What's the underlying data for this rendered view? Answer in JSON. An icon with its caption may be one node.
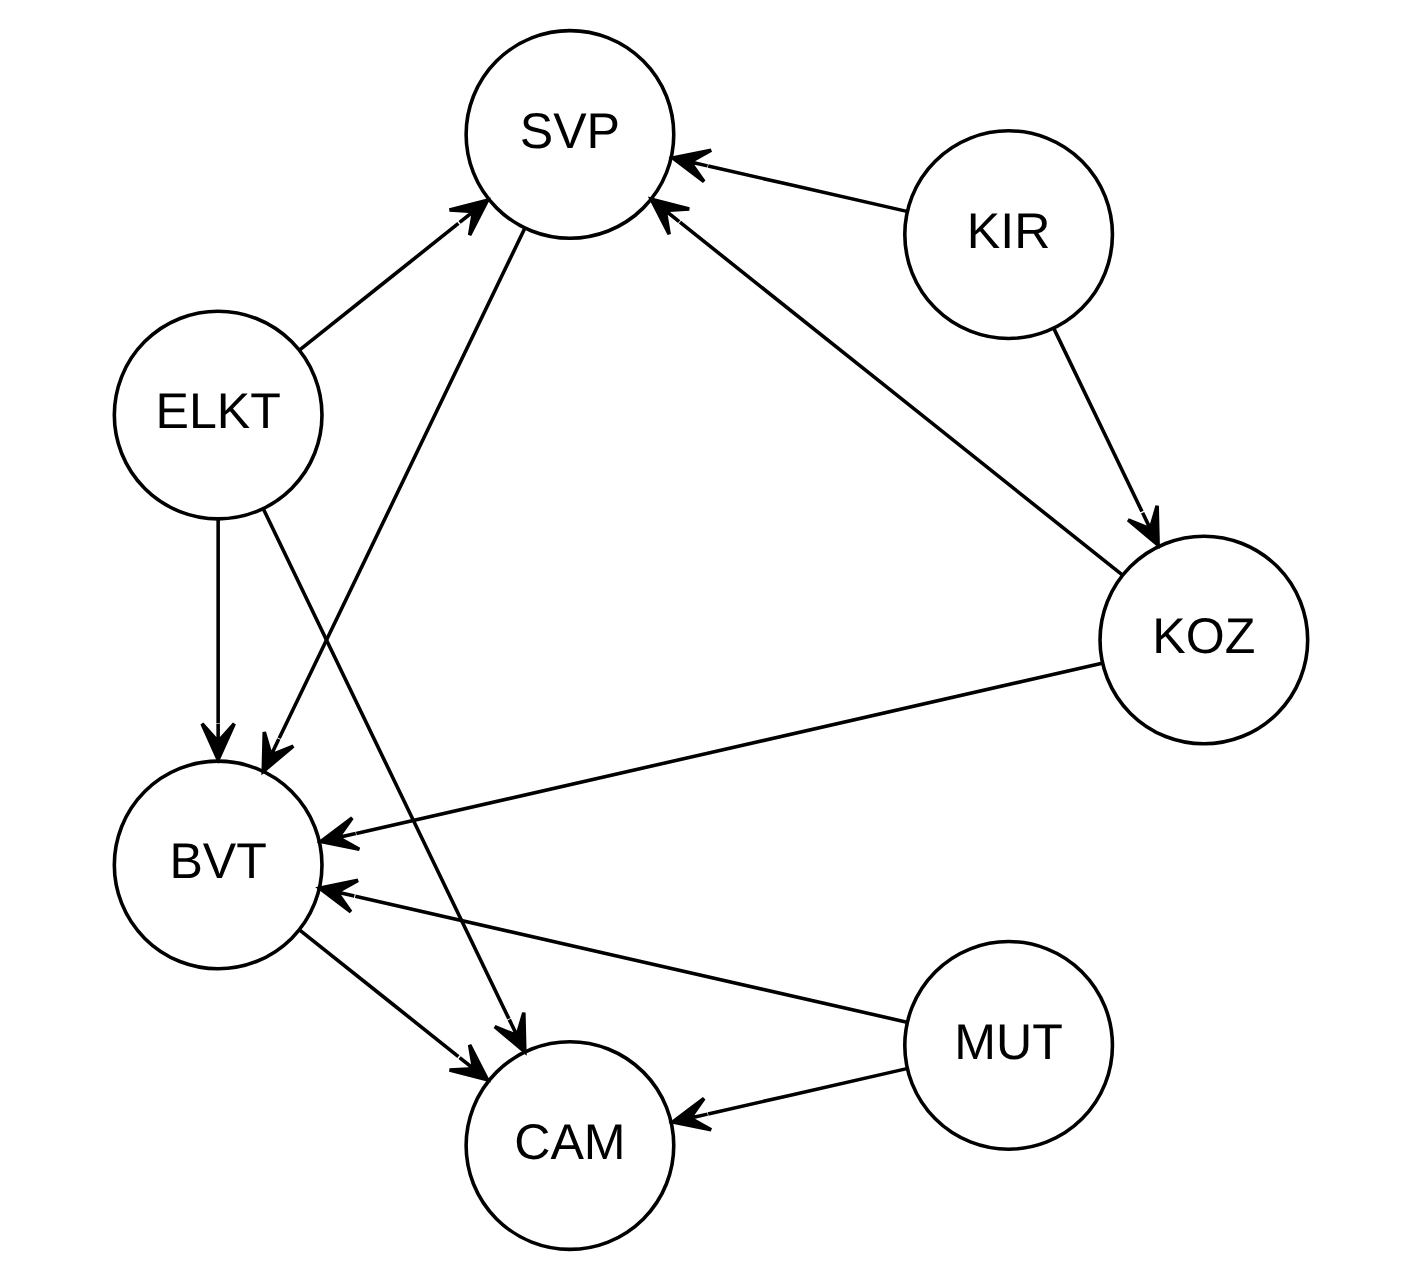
{
  "diagram": {
    "nodes": [
      {
        "text": [
          "BVT"
        ]
      },
      {
        "text": [
          "KIR"
        ]
      },
      {
        "text": [
          "SVP"
        ]
      },
      {
        "text": [
          "CAM"
        ]
      },
      {
        "text": [
          "MUT"
        ]
      },
      {
        "text": [
          "KOZ"
        ]
      },
      {
        "text": [
          "ELKT"
        ]
      }
    ],
    "edges": [
      {
        "from": 2,
        "to": 0,
        "arrow": "to"
      },
      {
        "from": 1,
        "to": 2,
        "arrow": "to"
      },
      {
        "from": 0,
        "to": 3,
        "arrow": "to"
      },
      {
        "from": 1,
        "to": 5,
        "arrow": "to"
      },
      {
        "from": 5,
        "to": 0,
        "arrow": "to"
      },
      {
        "from": 5,
        "to": 2,
        "arrow": "to"
      },
      {
        "from": 6,
        "to": 0,
        "arrow": "to"
      },
      {
        "from": 6,
        "to": 2,
        "arrow": "to"
      },
      {
        "from": 4,
        "to": 0,
        "arrow": "to"
      },
      {
        "from": 4,
        "to": 3,
        "arrow": "to"
      },
      {
        "from": 6,
        "to": 3,
        "arrow": "to"
      }
    ]
  }
}
